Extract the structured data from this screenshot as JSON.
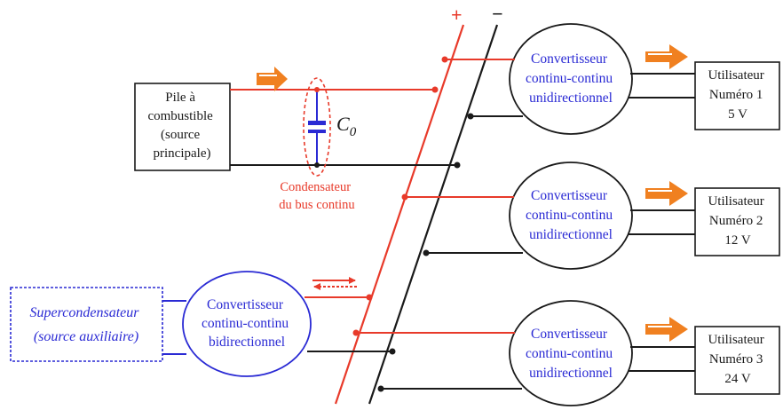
{
  "bus": {
    "plus_label": "+",
    "minus_label": "−"
  },
  "fuel_cell": {
    "lines": [
      "Pile à",
      "combustible",
      "(source",
      "principale)"
    ]
  },
  "capacitor": {
    "symbol": "C",
    "subscript": "0",
    "caption_lines": [
      "Condensateur",
      "du bus continu"
    ]
  },
  "supercap": {
    "lines": [
      "Supercondensateur",
      "(source auxiliaire)"
    ]
  },
  "bidirectional_converter": {
    "lines": [
      "Convertisseur",
      "continu-continu",
      "bidirectionnel"
    ]
  },
  "converters": [
    {
      "lines": [
        "Convertisseur",
        "continu-continu",
        "unidirectionnel"
      ]
    },
    {
      "lines": [
        "Convertisseur",
        "continu-continu",
        "unidirectionnel"
      ]
    },
    {
      "lines": [
        "Convertisseur",
        "continu-continu",
        "unidirectionnel"
      ]
    }
  ],
  "users": [
    {
      "lines": [
        "Utilisateur",
        "Numéro 1",
        "5 V"
      ]
    },
    {
      "lines": [
        "Utilisateur",
        "Numéro 2",
        "12 V"
      ]
    },
    {
      "lines": [
        "Utilisateur",
        "Numéro 3",
        "24 V"
      ]
    }
  ],
  "colors": {
    "positive": "#e83a2a",
    "negative": "#1a1a1a",
    "converter": "#2a2ad4",
    "arrow": "#f08020",
    "box": "#1a1a1a"
  }
}
